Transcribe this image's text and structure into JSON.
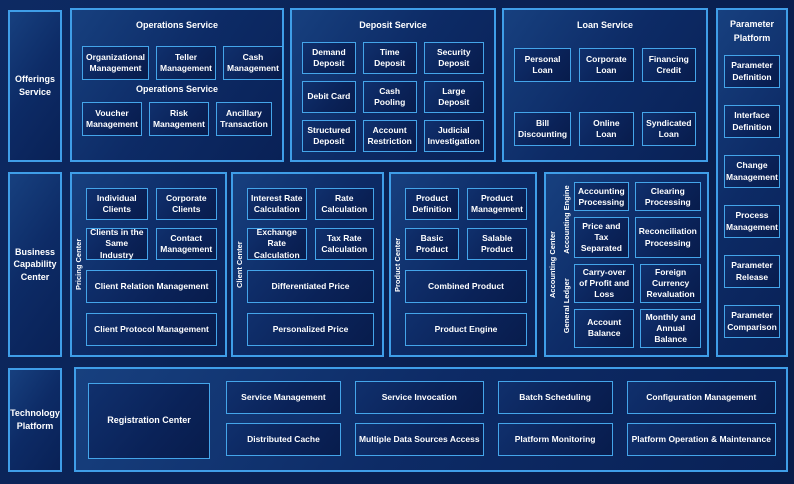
{
  "colors": {
    "page_background": "#0A2254",
    "panel_background": "#0D2B66",
    "box_background": "#0A2258",
    "border_accent": "#3F9EE8",
    "text": "#FFFFFF"
  },
  "left_rail": {
    "offerings_label": "Offerings Service",
    "business_label": "Business Capability Center",
    "technology_label": "Technology Platform"
  },
  "operations": {
    "title": "Operations Service",
    "subtitle": "Operations Service",
    "row1": [
      "Organizational Management",
      "Teller Management",
      "Cash Management"
    ],
    "row2": [
      "Voucher Management",
      "Risk Management",
      "Ancillary Transaction"
    ]
  },
  "deposit": {
    "title": "Deposit Service",
    "items": [
      "Demand Deposit",
      "Time Deposit",
      "Security Deposit",
      "Debit Card",
      "Cash Pooling",
      "Large Deposit",
      "Structured Deposit",
      "Account Restriction",
      "Judicial Investigation"
    ]
  },
  "loan": {
    "title": "Loan Service",
    "items": [
      "Personal Loan",
      "Corporate Loan",
      "Financing Credit",
      "Bill Discounting",
      "Online Loan",
      "Syndicated Loan"
    ]
  },
  "parameter_platform": {
    "title_line1": "Parameter",
    "title_line2": "Platform",
    "items": [
      "Parameter Definition",
      "Interface Definition",
      "Change Management",
      "Process Management",
      "Parameter Release",
      "Parameter Comparison"
    ]
  },
  "pricing_center": {
    "label": "Pricing Center",
    "grid": [
      "Individual Clients",
      "Corporate Clients",
      "Clients in the Same Industry",
      "Contact Management"
    ],
    "wide": [
      "Client Relation Management",
      "Client Protocol Management"
    ]
  },
  "client_center": {
    "label": "Client Center",
    "grid": [
      "Interest Rate Calculation",
      "Rate Calculation",
      "Exchange Rate Calculation",
      "Tax Rate Calculation"
    ],
    "wide": [
      "Differentiated Price",
      "Personalized Price"
    ]
  },
  "product_center": {
    "label": "Product Center",
    "grid": [
      "Product Definition",
      "Product Management",
      "Basic Product",
      "Salable Product"
    ],
    "wide": [
      "Combined Product",
      "Product Engine"
    ]
  },
  "accounting_center": {
    "label": "Accounting Center",
    "engine_label": "Accounting Engine",
    "engine_items": [
      "Accounting Processing",
      "Clearing Processing",
      "Price and Tax Separated",
      "Reconciliation Processing"
    ],
    "ledger_label": "General Ledger",
    "ledger_items": [
      "Carry-over of Profit and Loss",
      "Foreign Currency Revaluation",
      "Account Balance",
      "Monthly and Annual Balance"
    ]
  },
  "technology": {
    "registration_label": "Registration Center",
    "row1": [
      "Service Management",
      "Service Invocation",
      "Batch Scheduling",
      "Configuration Management"
    ],
    "row2": [
      "Distributed Cache",
      "Multiple Data Sources Access",
      "Platform Monitoring",
      "Platform Operation & Maintenance"
    ]
  }
}
